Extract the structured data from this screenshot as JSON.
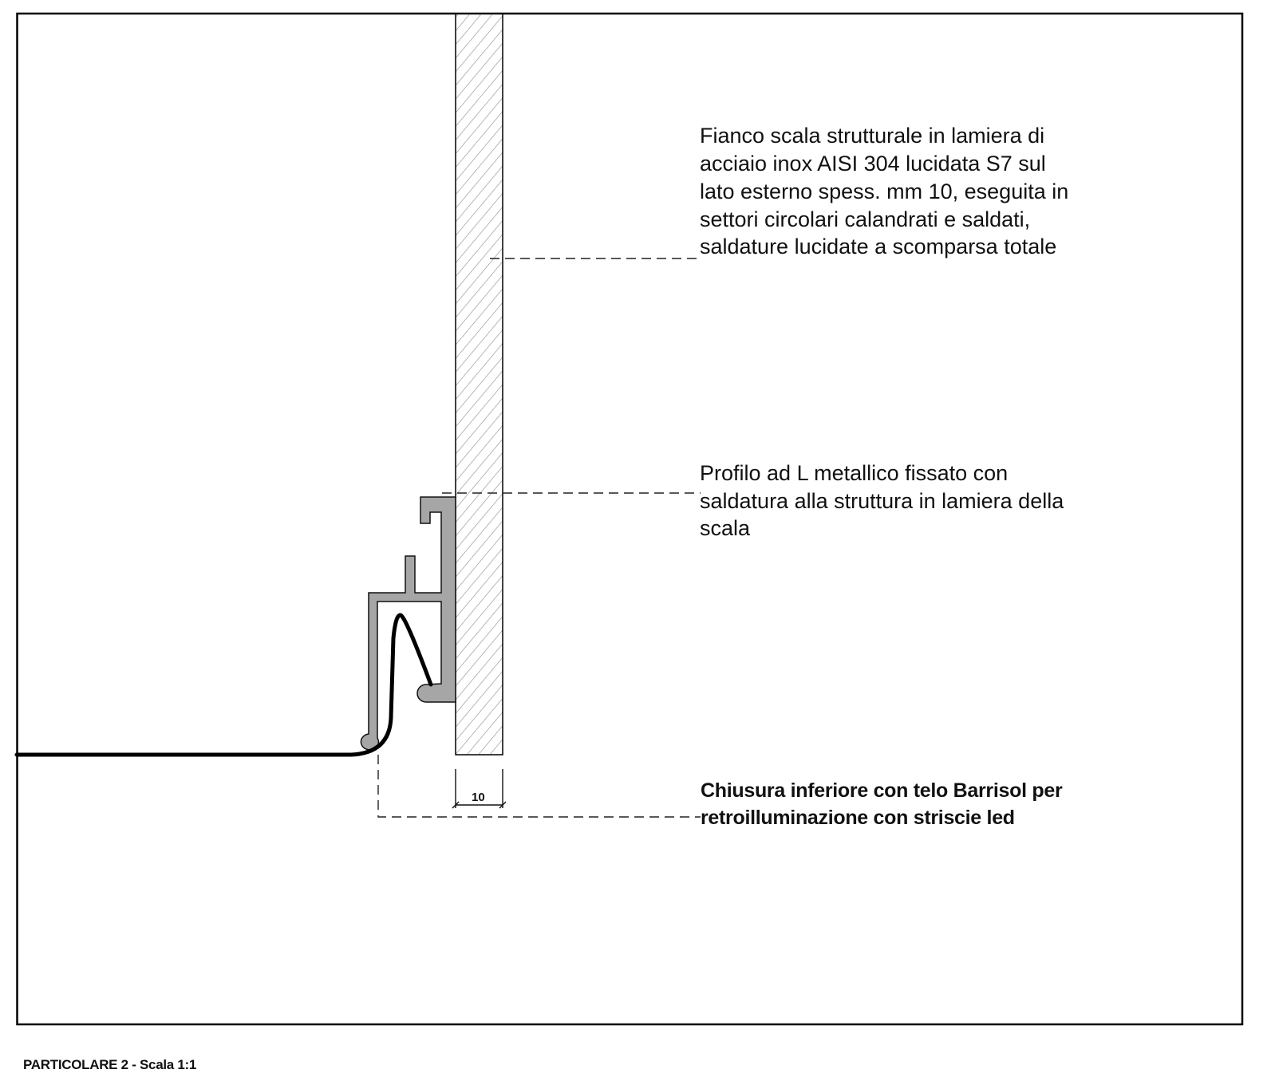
{
  "notes": {
    "wall": [
      "Fianco scala strutturale in lamiera di",
      "acciaio  inox  AISI 304 lucidata S7 sul",
      "lato esterno  spess. mm 10, eseguita in",
      "settori circolari calandrati e saldati,",
      "saldature lucidate a scomparsa totale"
    ],
    "profile": [
      "Profilo ad L metallico fissato con",
      "saldatura alla struttura in lamiera della",
      "scala"
    ],
    "closure": [
      "Chiusura inferiore con telo Barrisol per",
      "retroilluminazione con striscie led"
    ]
  },
  "dimension": "10",
  "footer": "PARTICOLARE 2 - Scala 1:1",
  "colors": {
    "profile": "#a6a6a6",
    "line": "#111111",
    "hatch": "#888888"
  }
}
